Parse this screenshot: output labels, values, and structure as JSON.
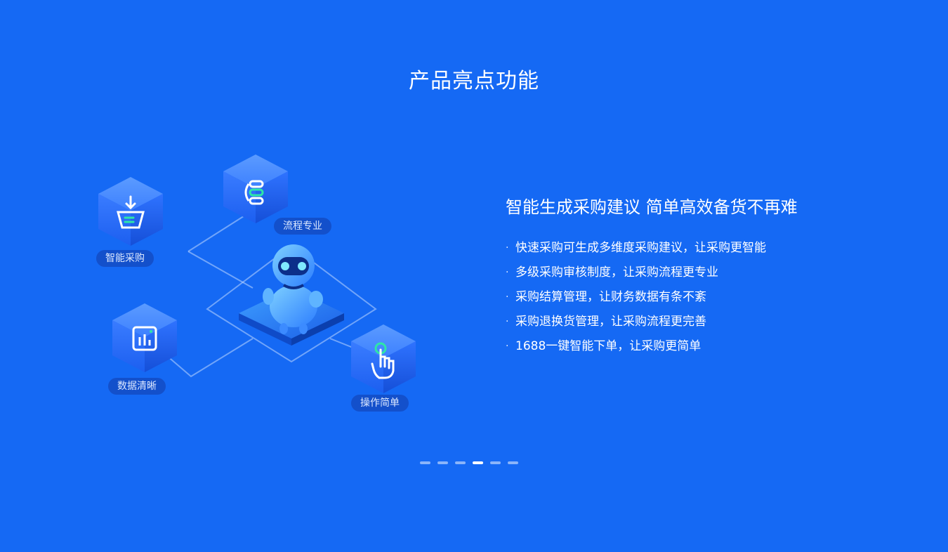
{
  "section": {
    "title": "产品亮点功能"
  },
  "illustration": {
    "nodes": [
      {
        "label": "智能采购",
        "icon": "basket-download-icon"
      },
      {
        "label": "流程专业",
        "icon": "workflow-icon"
      },
      {
        "label": "数据清晰",
        "icon": "bar-chart-icon"
      },
      {
        "label": "操作简单",
        "icon": "hand-pointer-icon"
      }
    ],
    "center": "robot-mascot"
  },
  "feature": {
    "heading": "智能生成采购建议 简单高效备货不再难",
    "bullet": "·",
    "items": [
      "快速采购可生成多维度采购建议，让采购更智能",
      "多级采购审核制度，让采购流程更专业",
      "采购结算管理，让财务数据有条不紊",
      "采购退换货管理，让采购流程更完善",
      "1688一键智能下单，让采购更简单"
    ]
  },
  "pager": {
    "count": 6,
    "active_index": 3
  },
  "colors": {
    "background": "#1569f4",
    "accent_green": "#2ee6a8",
    "text": "#ffffff"
  }
}
